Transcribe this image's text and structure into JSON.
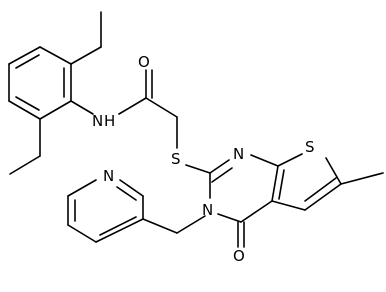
{
  "molecule": {
    "atoms": {
      "O_amide": "O",
      "N_amide": "N",
      "H_amide": "H",
      "S_thioether": "S",
      "N1_pyrimidine": "N",
      "N3_pyrimidine": "N",
      "S_thiophene": "S",
      "N_pyridine": "N",
      "O_oxo": "O"
    }
  }
}
